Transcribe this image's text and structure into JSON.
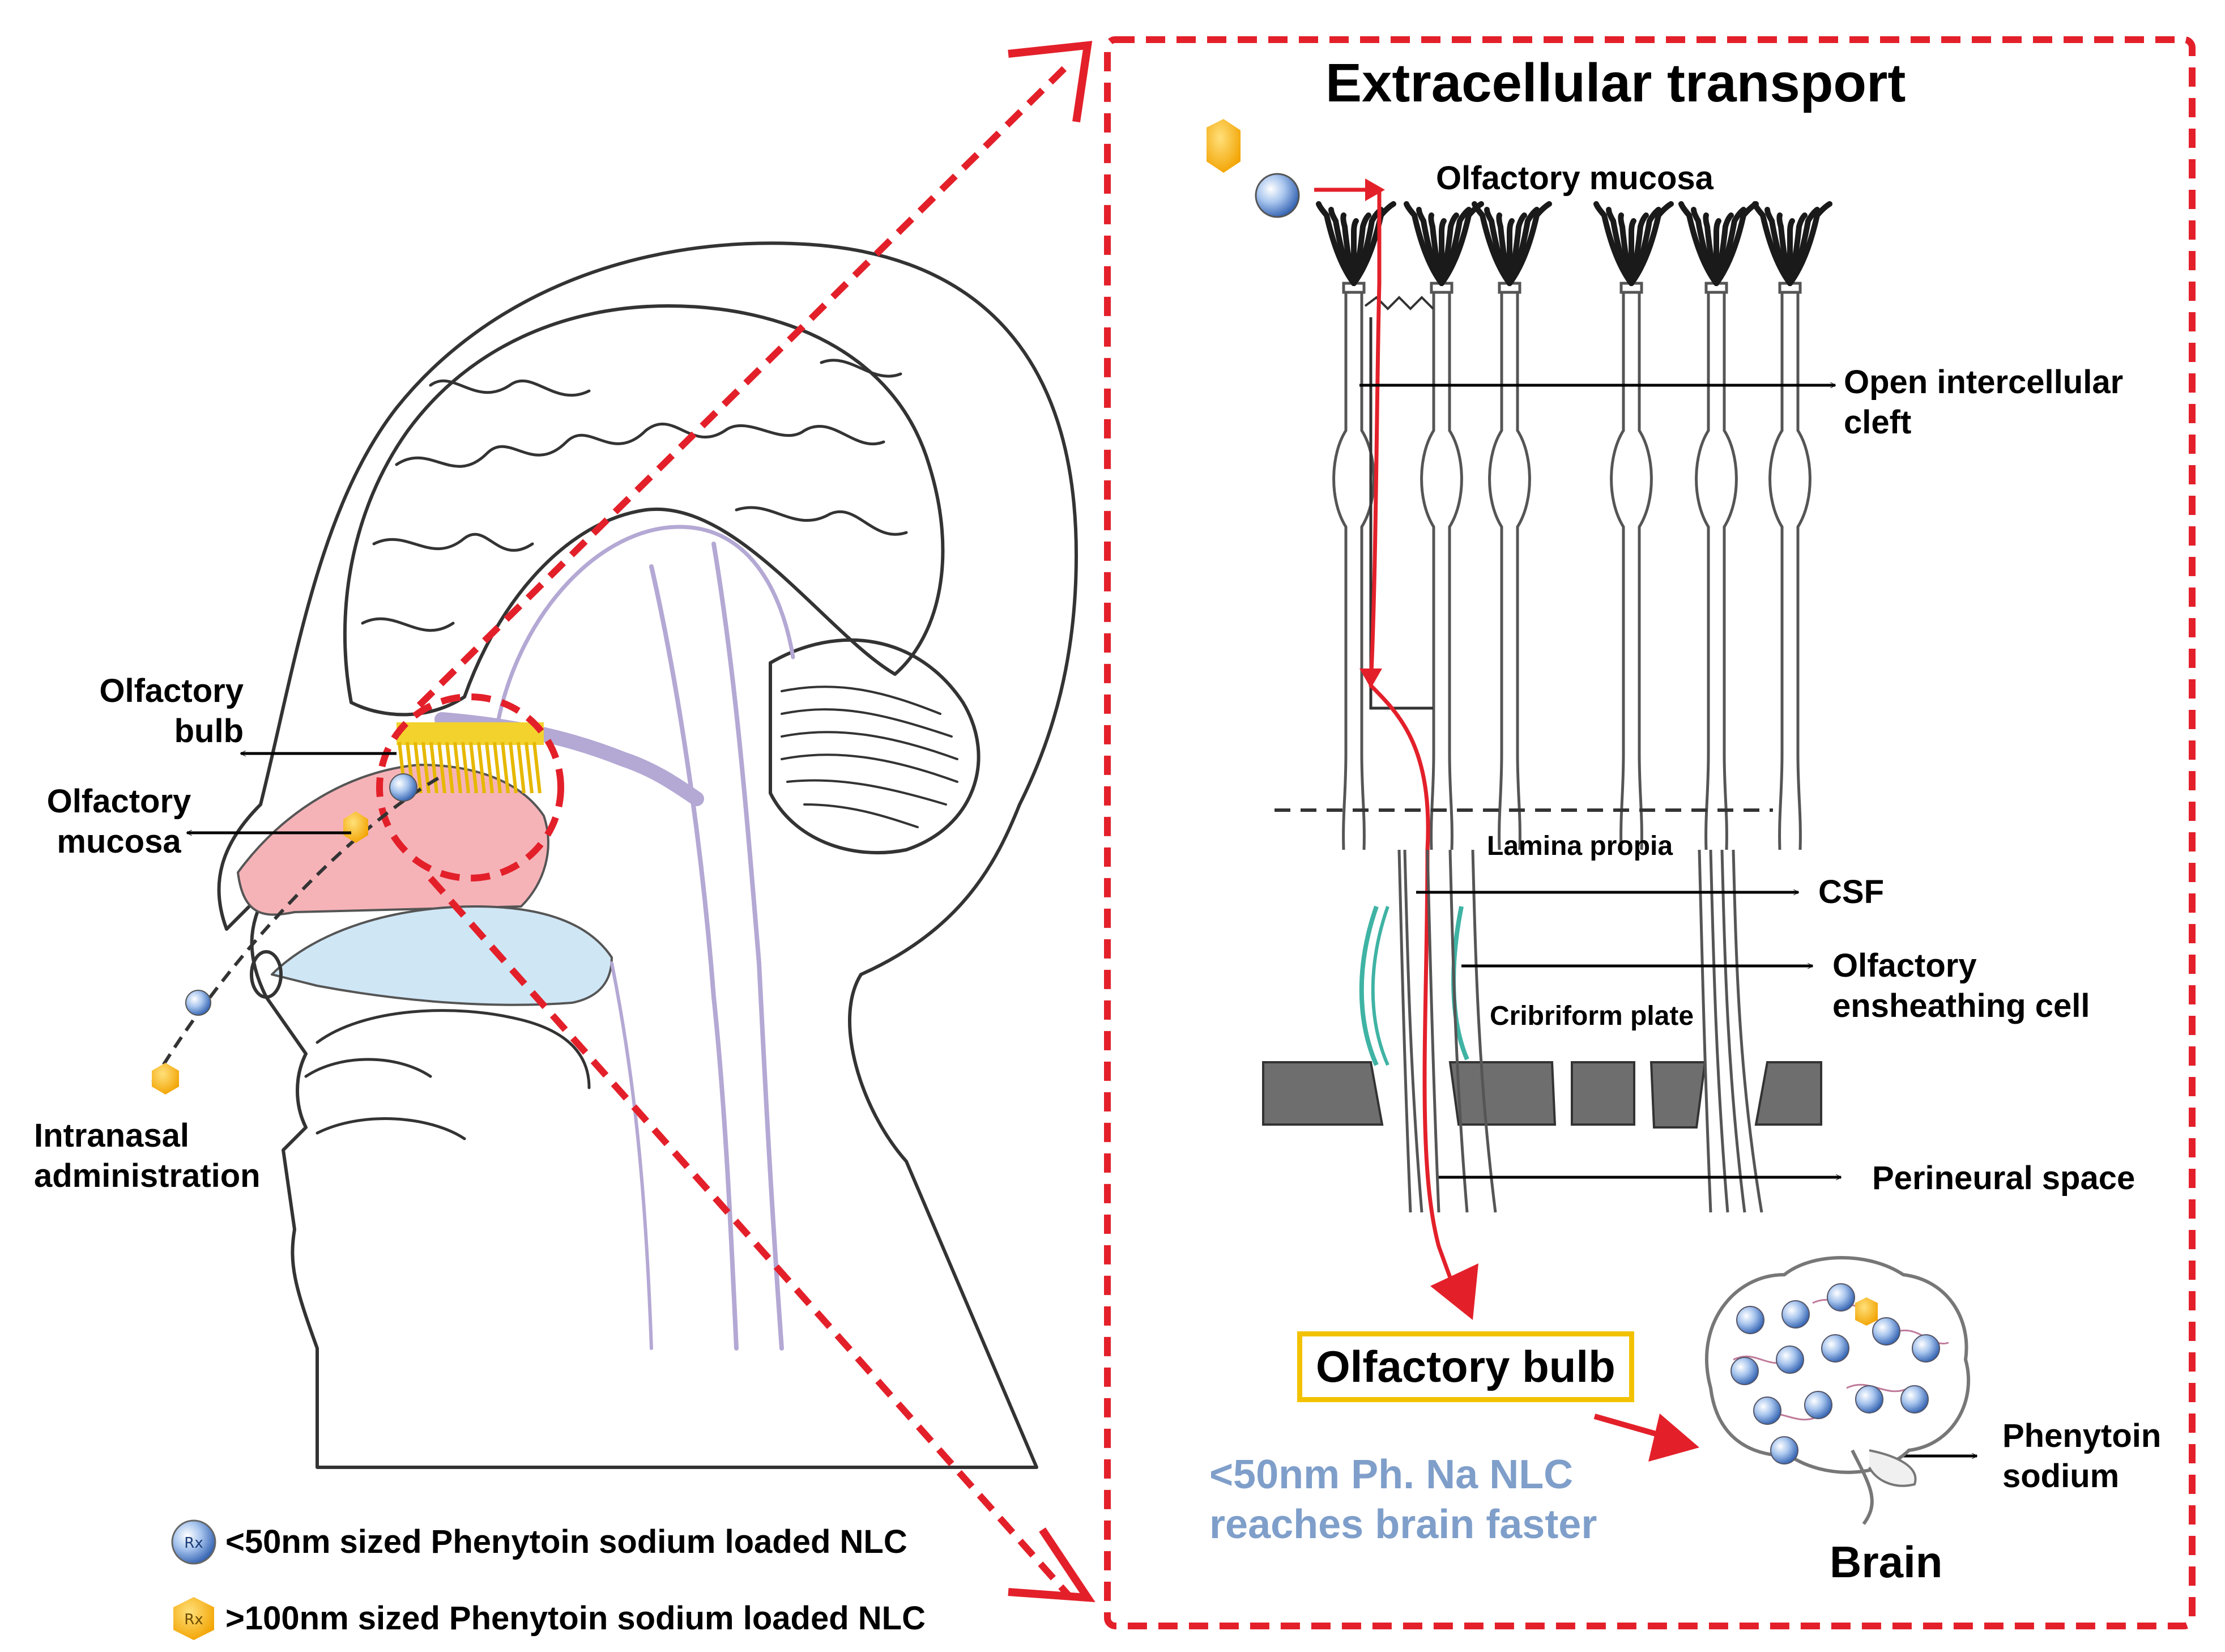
{
  "title": "Extracellular transport",
  "left_labels": {
    "olfactory_bulb": "Olfactory\nbulb",
    "olfactory_mucosa": "Olfactory\nmucosa",
    "intranasal": "Intranasal\nadministration"
  },
  "right_labels": {
    "olfactory_mucosa": "Olfactory mucosa",
    "open_cleft": "Open intercellular\ncleft",
    "lamina": "Lamina propia",
    "csf": "CSF",
    "oec": "Olfactory\nensheathing cell",
    "cribriform": "Cribriform plate",
    "perineural": "Perineural space",
    "olfactory_bulb_box": "Olfactory bulb",
    "brain": "Brain",
    "phenytoin": "Phenytoin\nsodium"
  },
  "note": "<50nm Ph. Na NLC reaches brain faster",
  "legend": [
    {
      "icon": "blue-sphere-icon",
      "icon_text": "Rx",
      "label": "<50nm sized Phenytoin sodium loaded NLC"
    },
    {
      "icon": "orange-hexagon-icon",
      "icon_text": "Rx",
      "label": ">100nm sized Phenytoin sodium loaded NLC"
    }
  ],
  "colors": {
    "red_dashed": "#e3202a",
    "mucosa_pink": "#f5b3b8",
    "palate_blue": "#cfe6f5",
    "bulb_yellow": "#f3d22e",
    "tract_purple": "#b4a8d4",
    "note_blue": "#7f9fca",
    "box_yellow": "#f2c200",
    "ensheathing_teal": "#3fb3a4",
    "plate_gray": "#6e6e6e"
  }
}
